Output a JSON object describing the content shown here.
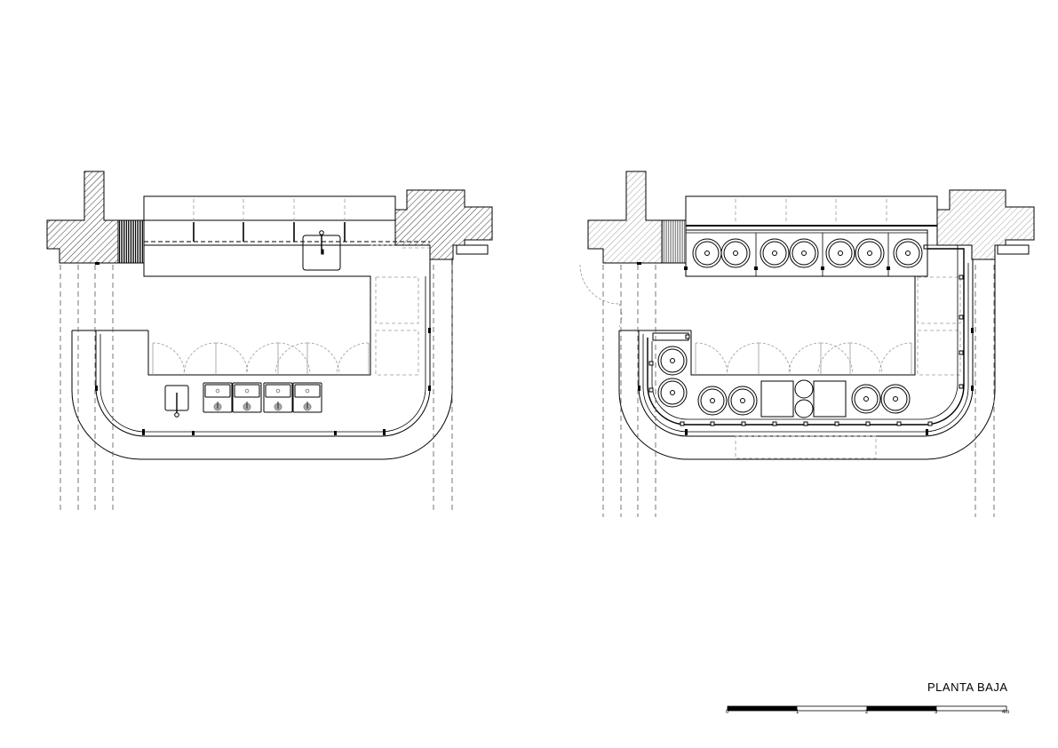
{
  "title": "PLANTA BAJA",
  "scale_bar": {
    "ticks": [
      "0",
      "1",
      "2",
      "3",
      "4m"
    ],
    "colors": {
      "filled": "#000000",
      "empty": "#ffffff"
    }
  },
  "plans": [
    {
      "name": "left-plan"
    },
    {
      "name": "right-plan"
    }
  ]
}
